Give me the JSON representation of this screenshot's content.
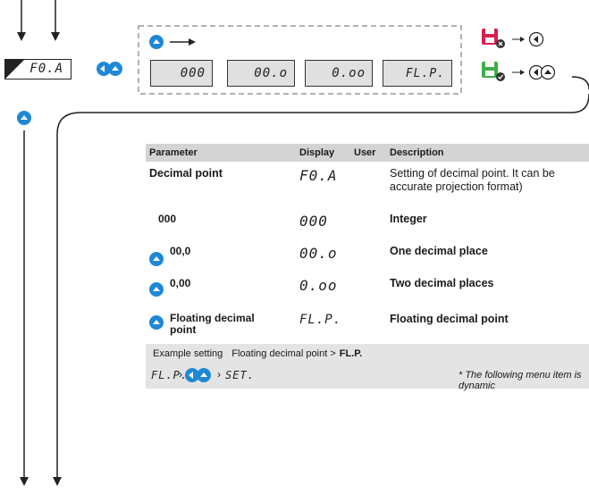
{
  "header_display": {
    "code": "F0.A"
  },
  "options_panel": {
    "boxes": [
      "000",
      "00.o",
      "0.oo",
      "FL.P."
    ]
  },
  "table": {
    "headers": {
      "parameter": "Parameter",
      "display": "Display",
      "user": "User",
      "description": "Description"
    },
    "main_row": {
      "parameter": "Decimal point",
      "display": "F0.A",
      "description_line1": "Setting of decimal point. It can be",
      "description_line2": "accurate projection format)"
    },
    "rows": [
      {
        "parameter": "000",
        "display": "000",
        "description": "Integer"
      },
      {
        "parameter": "00,0",
        "display": "00.o",
        "description": "One decimal place"
      },
      {
        "parameter": "0,00",
        "display": "0.oo",
        "description": "Two decimal places"
      },
      {
        "parameter_line1": "Floating decimal",
        "parameter_line2": "point",
        "display": "FL.P.",
        "description": "Floating decimal point"
      }
    ]
  },
  "example": {
    "label": "Example setting",
    "text": "Floating decimal point >",
    "value": "FL.P.",
    "seq_start": "FL.P.",
    "seq_end": "SET.",
    "note": "* The following menu item is dynamic"
  },
  "icons": {
    "accent": "#1f88d6",
    "save_cancel": "#d6204e",
    "save_confirm": "#3fae49"
  }
}
